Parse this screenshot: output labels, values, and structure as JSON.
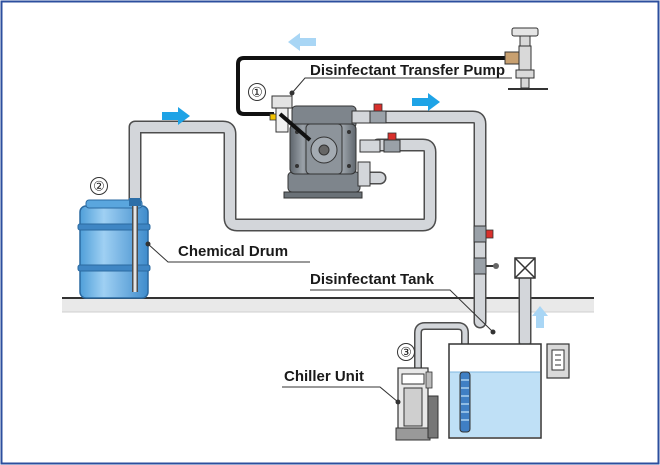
{
  "labels": {
    "pump": "Disinfectant Transfer Pump",
    "drum": "Chemical Drum",
    "tank": "Disinfectant Tank",
    "chiller": "Chiller Unit"
  },
  "markers": {
    "pump": "①",
    "drum": "②",
    "chiller": "③"
  },
  "colors": {
    "border": "#2c4f9e",
    "pipe": "#d3d6da",
    "pipe_outline": "#4d4d4d",
    "pump_body": "#7e858c",
    "flow_arrow": "#1ea3e6",
    "air_arrow": "#a9d6f5",
    "water": "#bfe0f6",
    "drum_blue": "#6fb6e8",
    "ground": "#e9e9e9"
  },
  "icons": [
    "flow-arrow-icon",
    "valve-icon",
    "damper-icon",
    "control-panel-icon"
  ]
}
